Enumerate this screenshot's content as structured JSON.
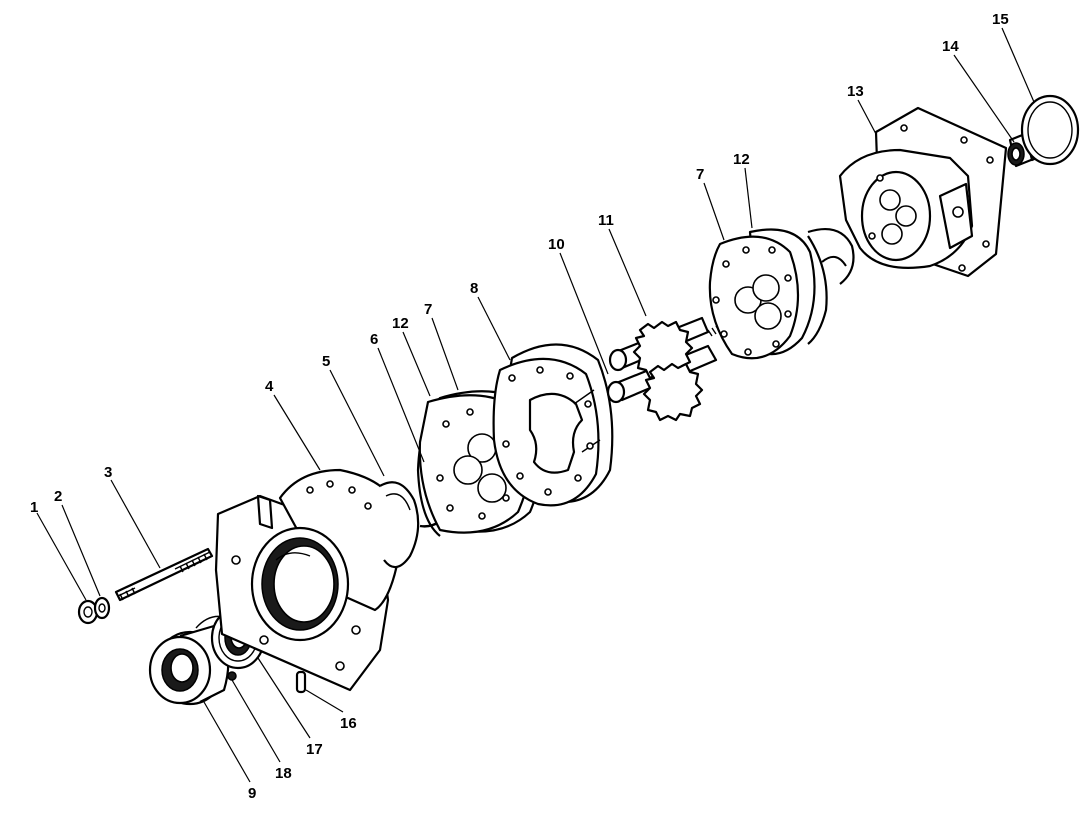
{
  "callouts": [
    {
      "id": "c1",
      "text": "1"
    },
    {
      "id": "c2",
      "text": "2"
    },
    {
      "id": "c3",
      "text": "3"
    },
    {
      "id": "c4",
      "text": "4"
    },
    {
      "id": "c5",
      "text": "5"
    },
    {
      "id": "c6",
      "text": "6"
    },
    {
      "id": "c12a",
      "text": "12"
    },
    {
      "id": "c7a",
      "text": "7"
    },
    {
      "id": "c8",
      "text": "8"
    },
    {
      "id": "c10",
      "text": "10"
    },
    {
      "id": "c11",
      "text": "11"
    },
    {
      "id": "c7b",
      "text": "7"
    },
    {
      "id": "c12b",
      "text": "12"
    },
    {
      "id": "c13",
      "text": "13"
    },
    {
      "id": "c14",
      "text": "14"
    },
    {
      "id": "c15",
      "text": "15"
    },
    {
      "id": "c16",
      "text": "16"
    },
    {
      "id": "c17",
      "text": "17"
    },
    {
      "id": "c18",
      "text": "18"
    },
    {
      "id": "c9",
      "text": "9"
    }
  ]
}
